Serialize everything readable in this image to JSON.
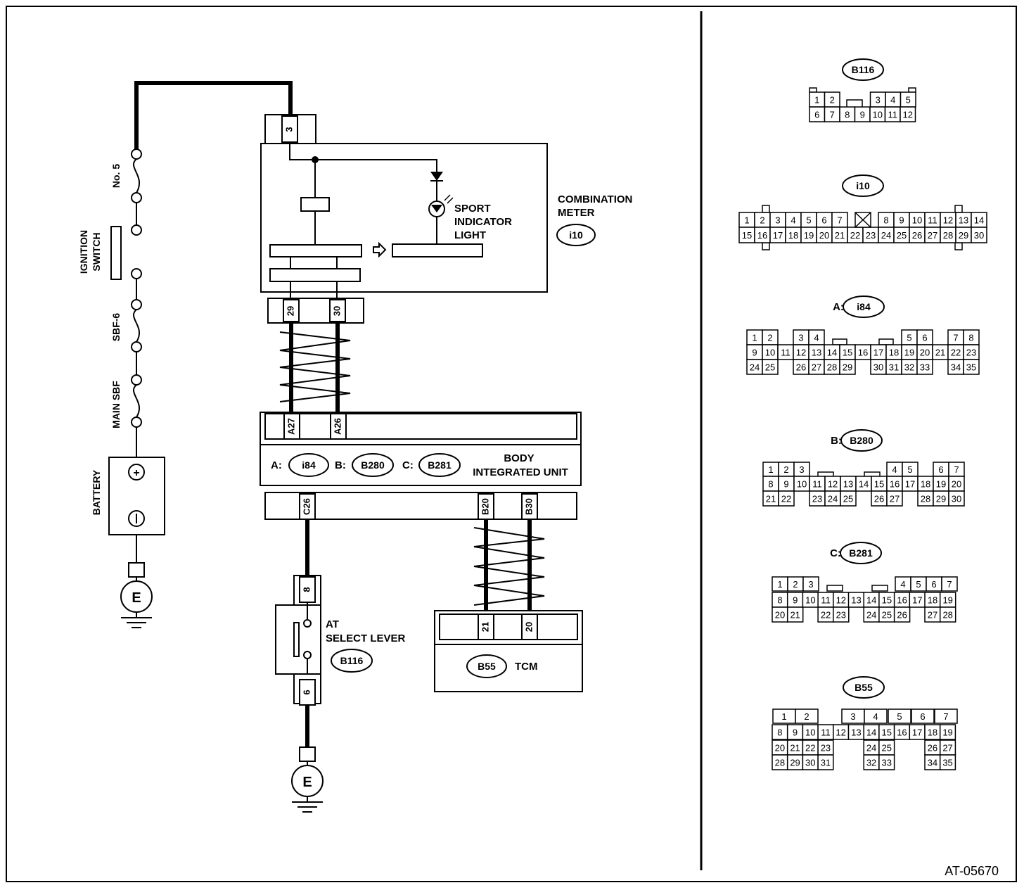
{
  "figure_id": "AT-05670",
  "schematic": {
    "fuse_no5": "No. 5",
    "ignition_switch": "IGNITION SWITCH",
    "sbf6": "SBF-6",
    "main_sbf": "MAIN SBF",
    "battery": "BATTERY",
    "battery_plus": "+",
    "battery_minus": "−",
    "ground": "E",
    "combination_meter": [
      "COMBINATION",
      "METER"
    ],
    "combination_meter_id": "i10",
    "sport_indicator": [
      "SPORT",
      "INDICATOR",
      "LIGHT"
    ],
    "meter_pins": {
      "power": "3",
      "p29": "29",
      "p30": "30"
    },
    "biu_top_pins": {
      "a27": "A27",
      "a26": "A26"
    },
    "biu_connectors": [
      {
        "prefix": "A:",
        "id": "i84"
      },
      {
        "prefix": "B:",
        "id": "B280"
      },
      {
        "prefix": "C:",
        "id": "B281"
      }
    ],
    "biu_name": [
      "BODY",
      "INTEGRATED UNIT"
    ],
    "biu_bottom_pins": {
      "c26": "C26",
      "b20": "B20",
      "b30": "B30"
    },
    "at_lever": [
      "AT",
      "SELECT LEVER"
    ],
    "at_lever_id": "B116",
    "at_pins": {
      "p8": "8",
      "p6": "6"
    },
    "tcm_pins": {
      "p21": "21",
      "p20": "20"
    },
    "tcm_id": "B55",
    "tcm_name": "TCM"
  },
  "connectors": {
    "b116": {
      "id": "B116",
      "rows": [
        [
          "1",
          "2",
          "",
          "",
          "",
          "3",
          "4",
          "5"
        ],
        [
          "6",
          "7",
          "8",
          "9",
          "10",
          "11",
          "12"
        ]
      ]
    },
    "i10": {
      "id": "i10",
      "rows": [
        [
          "1",
          "2",
          "3",
          "4",
          "5",
          "6",
          "7",
          "",
          "8",
          "9",
          "10",
          "11",
          "12",
          "13",
          "14"
        ],
        [
          "15",
          "16",
          "17",
          "18",
          "19",
          "20",
          "21",
          "22",
          "23",
          "24",
          "25",
          "26",
          "27",
          "28",
          "29",
          "30"
        ]
      ]
    },
    "i84": {
      "prefix": "A:",
      "id": "i84",
      "rows": [
        [
          "1",
          "2",
          "",
          "3",
          "4",
          "",
          "",
          "",
          "",
          "",
          "5",
          "6",
          "",
          "7",
          "8"
        ],
        [
          "9",
          "10",
          "11",
          "12",
          "13",
          "14",
          "15",
          "16",
          "17",
          "18",
          "19",
          "20",
          "21",
          "22",
          "23"
        ],
        [
          "24",
          "25",
          "",
          "26",
          "27",
          "28",
          "29",
          "",
          "30",
          "31",
          "32",
          "33",
          "",
          "34",
          "35"
        ]
      ]
    },
    "b280": {
      "prefix": "B:",
      "id": "B280",
      "rows": [
        [
          "1",
          "2",
          "3",
          "",
          "",
          "",
          "",
          "",
          "",
          "4",
          "5",
          "",
          "6",
          "7"
        ],
        [
          "8",
          "9",
          "10",
          "11",
          "12",
          "13",
          "14",
          "15",
          "16",
          "17",
          "18",
          "19",
          "20"
        ],
        [
          "21",
          "22",
          "",
          "23",
          "24",
          "25",
          "",
          "26",
          "27",
          "",
          "28",
          "29",
          "30"
        ]
      ]
    },
    "b281": {
      "prefix": "C:",
      "id": "B281",
      "rows": [
        [
          "1",
          "2",
          "3",
          "",
          "",
          "",
          "",
          "",
          "",
          "4",
          "5",
          "6",
          "7"
        ],
        [
          "8",
          "9",
          "10",
          "11",
          "12",
          "13",
          "14",
          "15",
          "16",
          "17",
          "18",
          "19"
        ],
        [
          "20",
          "21",
          "",
          "22",
          "23",
          "",
          "24",
          "25",
          "26",
          "",
          "27",
          "28"
        ]
      ]
    },
    "b55": {
      "id": "B55",
      "rows": [
        [
          "1",
          "2",
          "",
          "3",
          "4",
          "5",
          "6",
          "7"
        ],
        [
          "8",
          "9",
          "10",
          "11",
          "12",
          "13",
          "14",
          "15",
          "16",
          "17",
          "18",
          "19"
        ],
        [
          "20",
          "21",
          "22",
          "23",
          "",
          "",
          "24",
          "25",
          "",
          "",
          "26",
          "27"
        ],
        [
          "28",
          "29",
          "30",
          "31",
          "",
          "",
          "32",
          "33",
          "",
          "",
          "34",
          "35"
        ]
      ]
    }
  }
}
